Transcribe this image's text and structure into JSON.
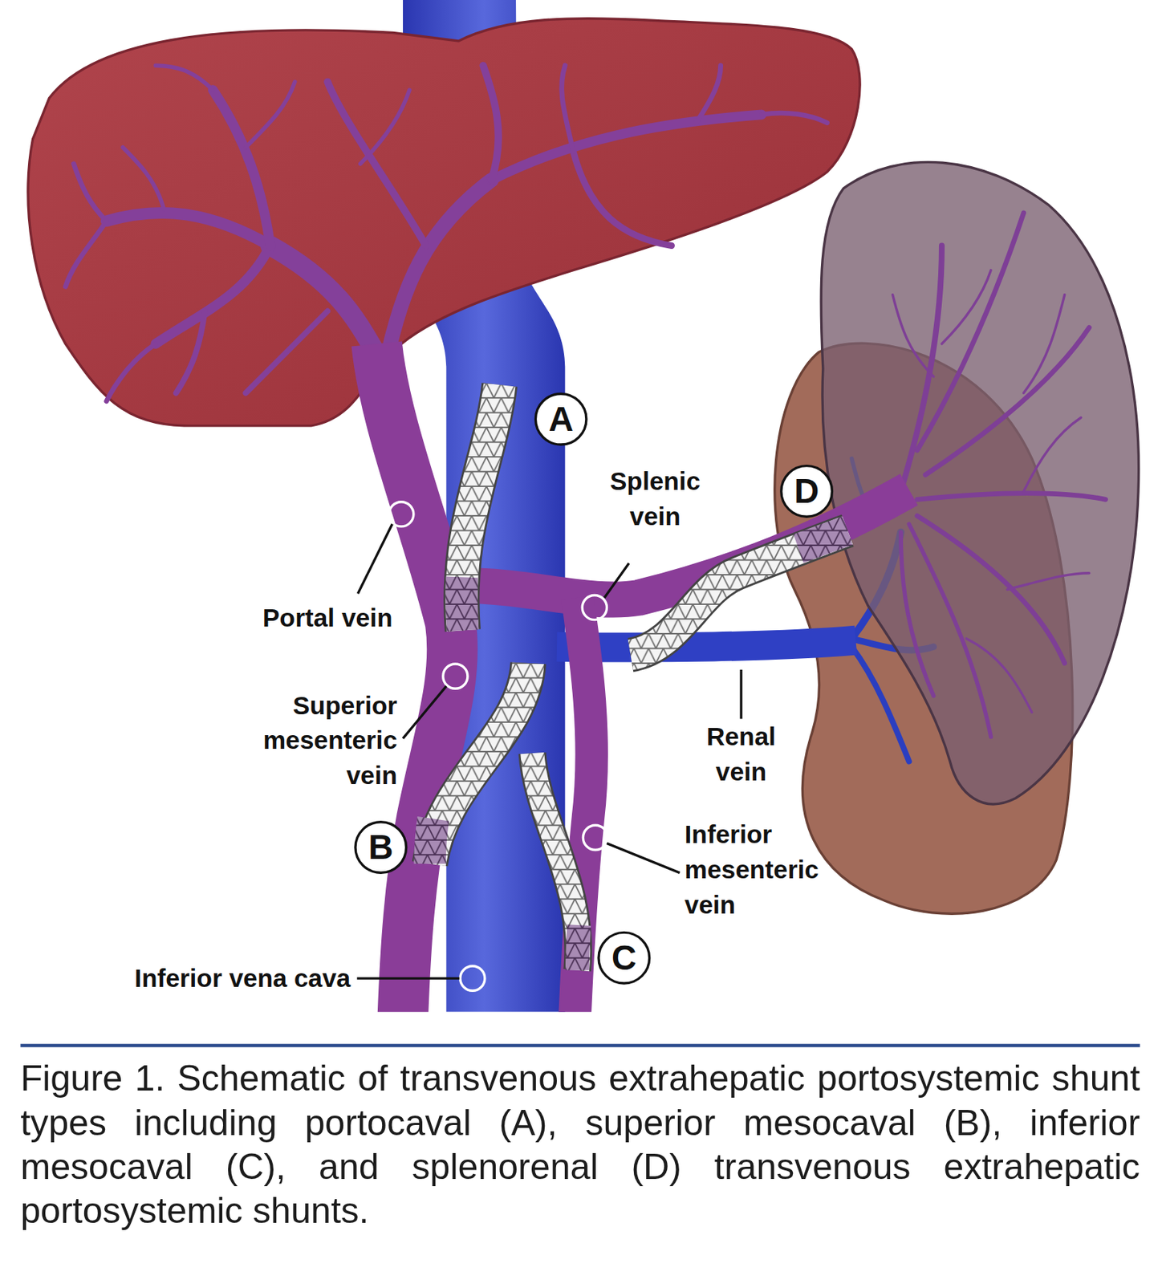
{
  "diagram": {
    "caption": "Figure 1. Schematic of transvenous extrahepatic portosystemic shunt types including portocaval (A), superior mesocaval (B), inferior mesocaval (C), and splenorenal (D) transvenous extrahepatic portosystemic shunts.",
    "nodes": [
      {
        "text": [
          "A"
        ]
      },
      {
        "text": [
          "D"
        ]
      },
      {
        "text": [
          "B"
        ]
      },
      {
        "text": [
          "C"
        ]
      }
    ],
    "labels": [
      "Splenic vein",
      "Portal vein",
      "Superior mesenteric vein",
      "Renal vein",
      "Inferior mesenteric vein",
      "Inferior vena cava"
    ]
  }
}
